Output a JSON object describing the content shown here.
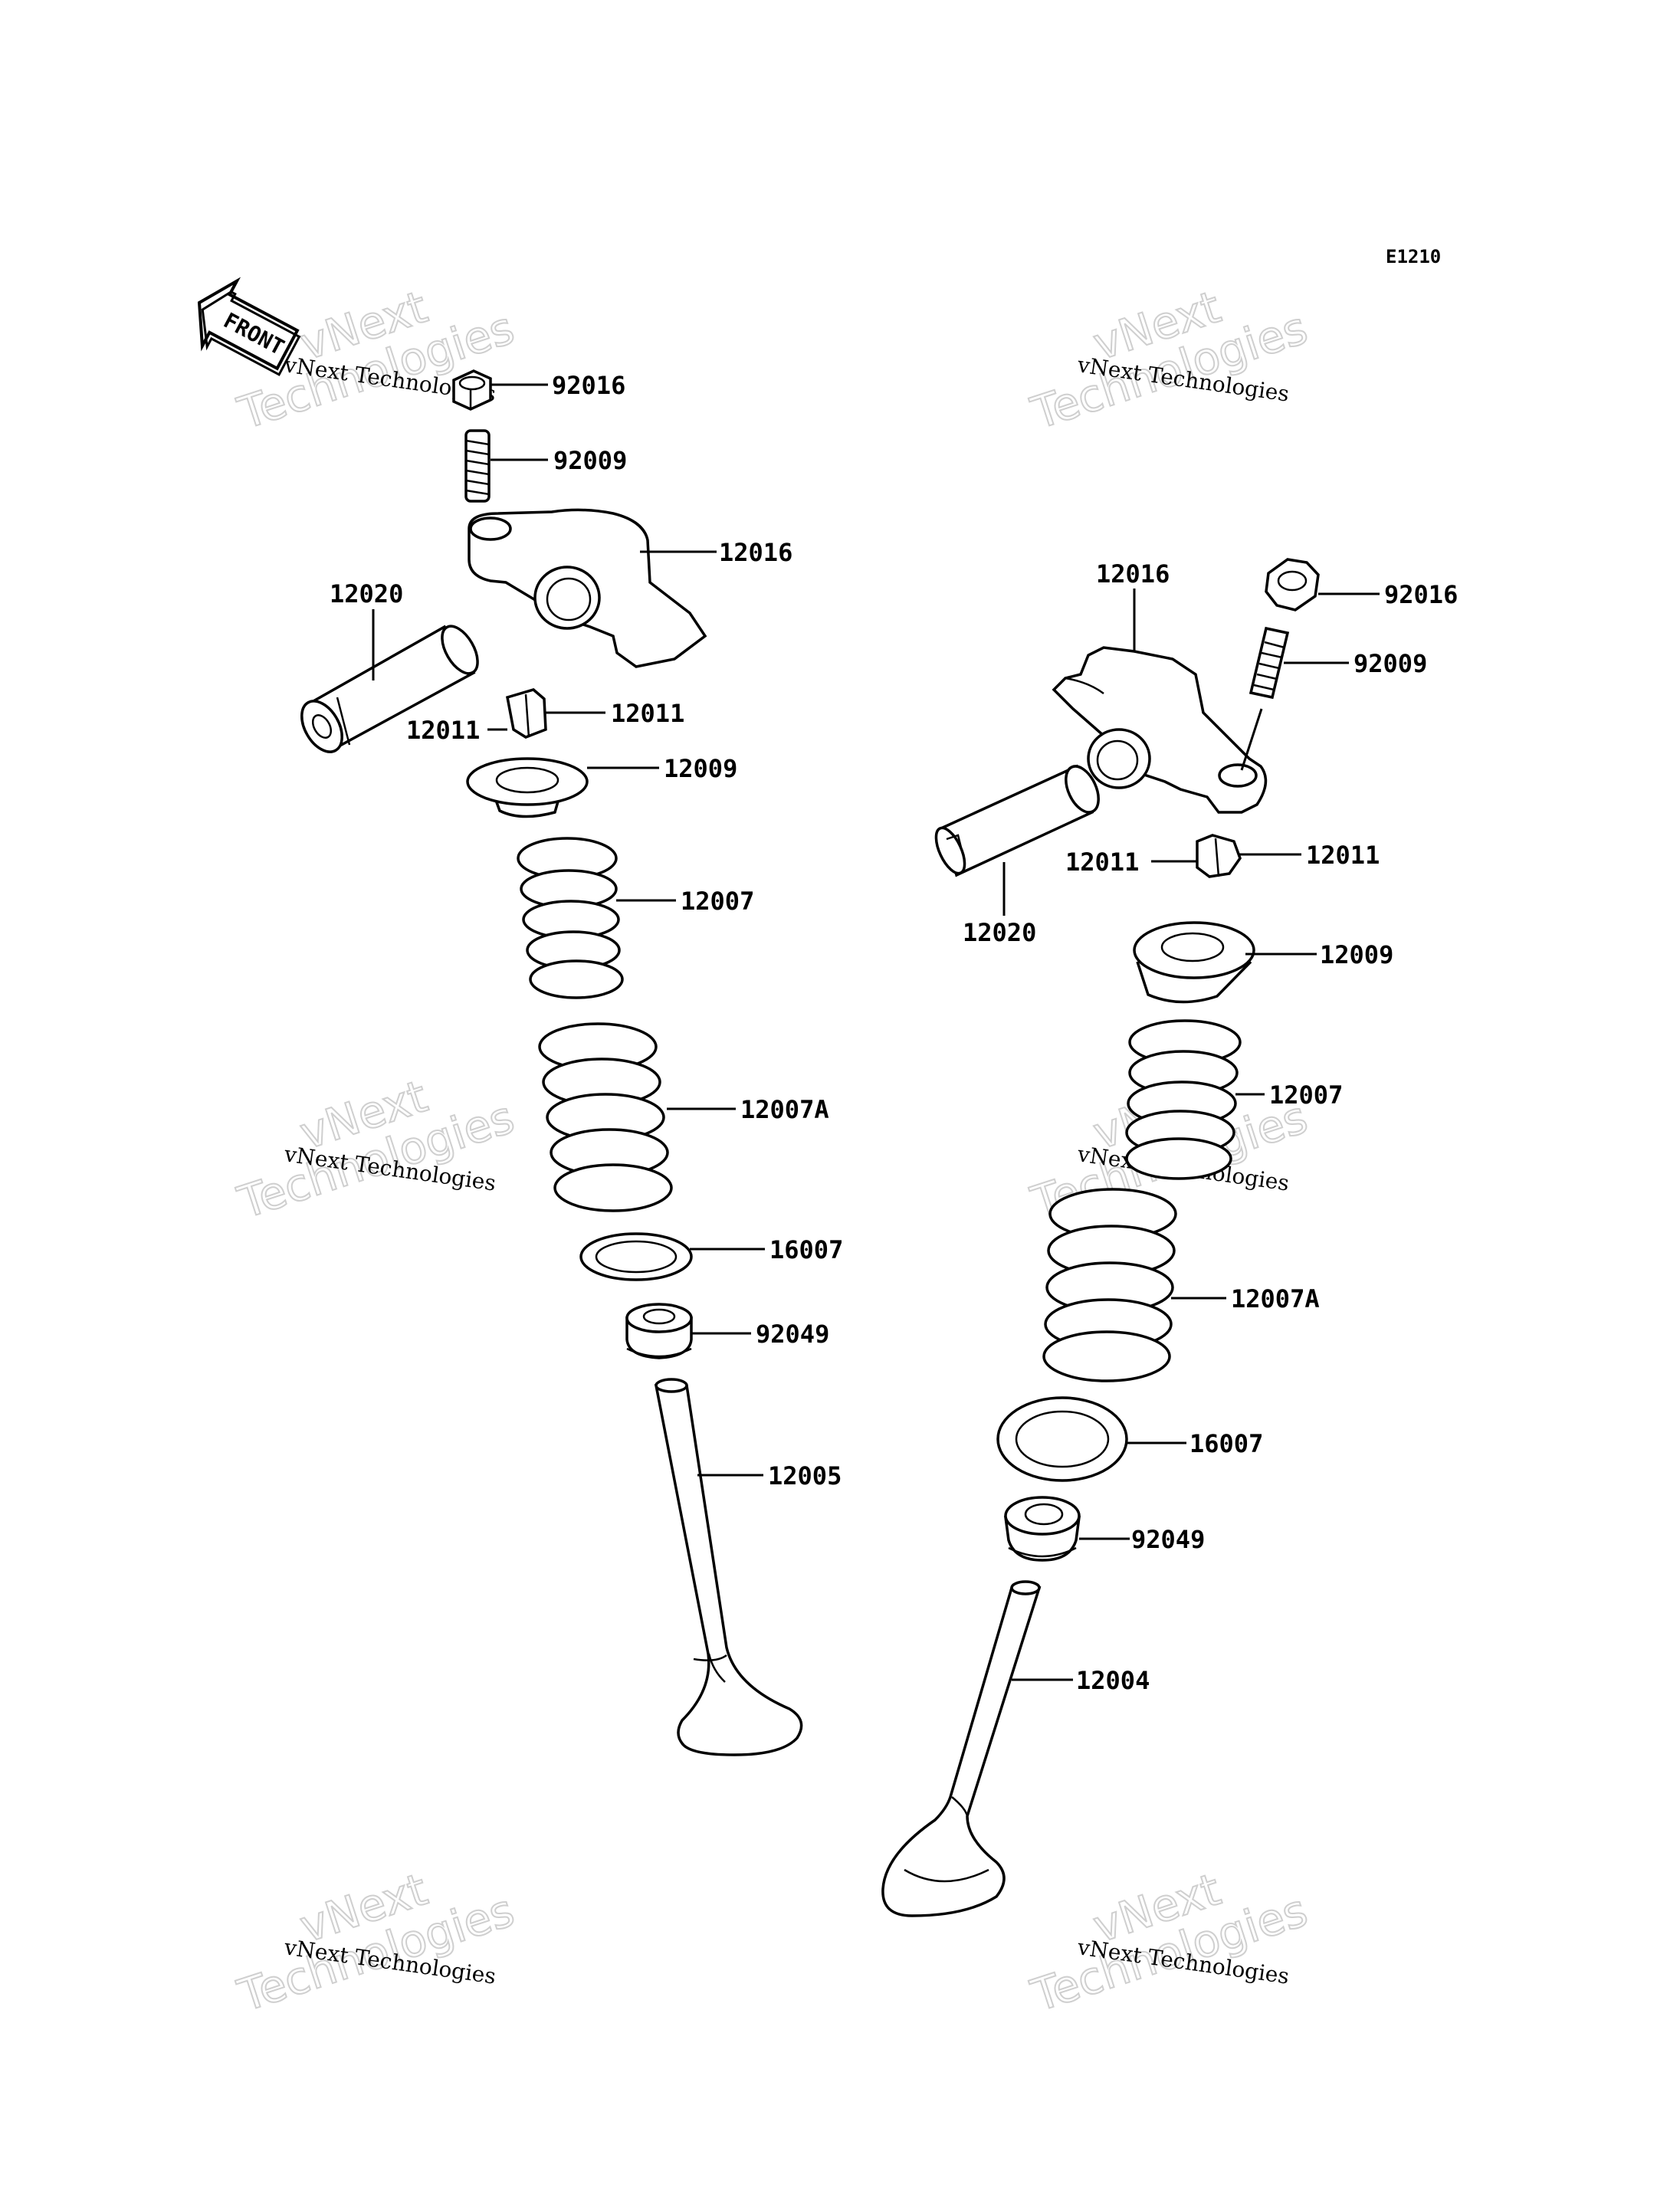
{
  "diagram_code": "E1210",
  "front_label": "FRONT",
  "watermark": {
    "small": "vNext Technologies",
    "line1": "vNext",
    "line2": "Technologies"
  },
  "left": {
    "nut": "92016",
    "adjust_screw": "92009",
    "rocker_arm": "12016",
    "rocker_shaft": "12020",
    "cotter_a": "12011",
    "cotter_b": "12011",
    "retainer": "12009",
    "inner_spring": "12007",
    "outer_spring": "12007A",
    "spring_seat": "16007",
    "stem_seal": "92049",
    "valve": "12005"
  },
  "right": {
    "rocker_arm": "12016",
    "nut": "92016",
    "adjust_screw": "92009",
    "cotter_a": "12011",
    "cotter_b": "12011",
    "rocker_shaft": "12020",
    "retainer": "12009",
    "inner_spring": "12007",
    "outer_spring": "12007A",
    "spring_seat": "16007",
    "stem_seal": "92049",
    "valve": "12004"
  }
}
